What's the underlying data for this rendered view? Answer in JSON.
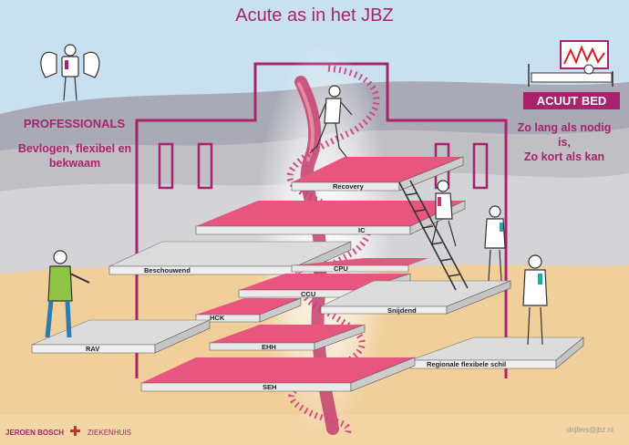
{
  "title": "Acute as in het JBZ",
  "left_panel": {
    "heading": "PROFESSIONALS",
    "line1": "Bevlogen, flexibel en",
    "line2": "bekwaam"
  },
  "right_panel": {
    "heading": "ACUUT BED",
    "line1": "Zo lang als nodig",
    "line2": "is,",
    "line3": "Zo kort als kan"
  },
  "platforms": {
    "recovery": "Recovery",
    "ic": "IC",
    "beschouwend": "Beschouwend",
    "cpu": "CPU",
    "ccu": "CCU",
    "snijdend": "Snijdend",
    "hck": "HCK",
    "rav": "RAV",
    "ehh": "EHH",
    "regionale": "Regionale flexibele schil",
    "seh": "SEH"
  },
  "footer": {
    "logo_part1": "JEROEN BOSCH",
    "logo_part2": "ZIEKENHUIS",
    "credit": "drijfers@jbz.nl"
  },
  "colors": {
    "accent": "#a8236e",
    "pink_platform": "#e8557f",
    "grey_platform": "#dcdcdc",
    "sky": "#c8e0ef",
    "sand": "#f0cf9a"
  }
}
